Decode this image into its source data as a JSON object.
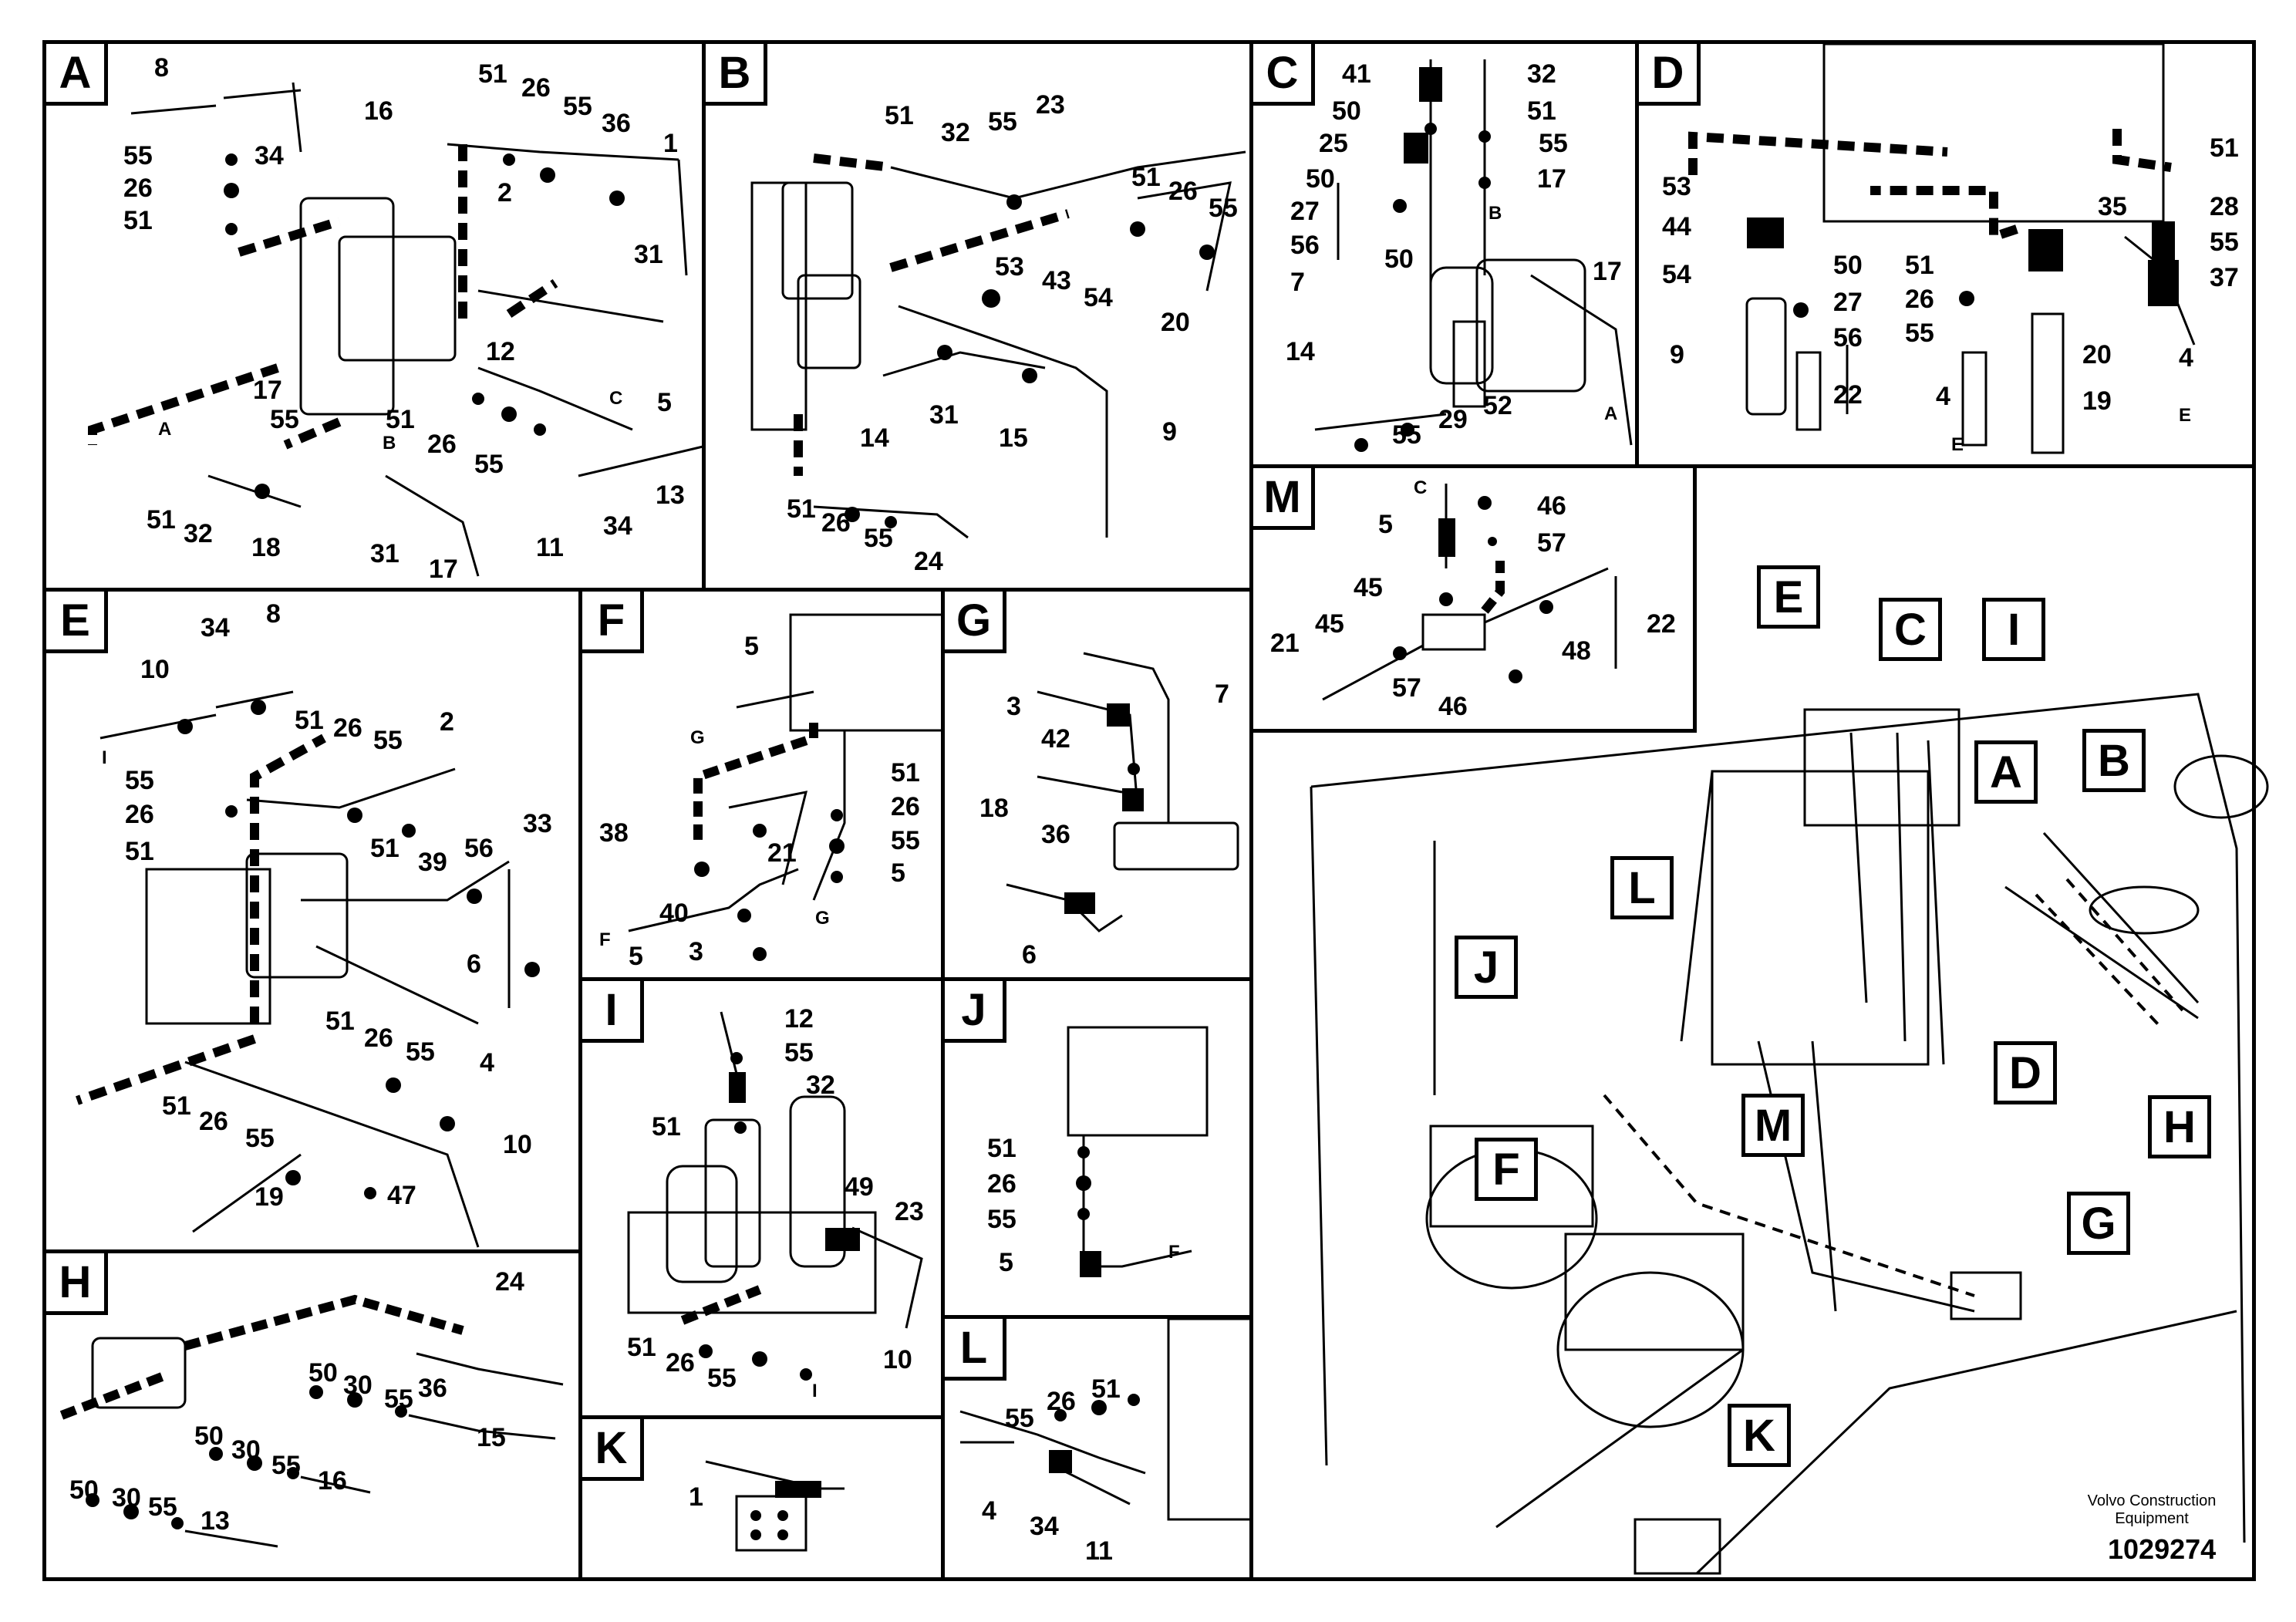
{
  "panels": {
    "A": {
      "label": "A",
      "numbers": [
        "8",
        "16",
        "34",
        "55",
        "26",
        "51",
        "51",
        "26",
        "55",
        "36",
        "1",
        "2",
        "31",
        "12",
        "C",
        "5",
        "17",
        "A",
        "55",
        "51",
        "32",
        "18",
        "31",
        "B",
        "17",
        "51",
        "26",
        "55",
        "34",
        "13",
        "11"
      ]
    },
    "B": {
      "label": "B",
      "numbers": [
        "51",
        "32",
        "55",
        "23",
        "51",
        "26",
        "55",
        "20",
        "53",
        "43",
        "54",
        "9",
        "14",
        "31",
        "15",
        "51",
        "26",
        "55",
        "24"
      ]
    },
    "C": {
      "label": "C",
      "numbers": [
        "41",
        "32",
        "50",
        "51",
        "25",
        "55",
        "B",
        "17",
        "50",
        "27",
        "56",
        "50",
        "7",
        "17",
        "14",
        "55",
        "29",
        "52",
        "A"
      ]
    },
    "D": {
      "label": "D",
      "numbers": [
        "51",
        "53",
        "28",
        "44",
        "35",
        "55",
        "50",
        "51",
        "37",
        "54",
        "27",
        "26",
        "20",
        "9",
        "56",
        "55",
        "4",
        "22",
        "4",
        "19",
        "E",
        "E"
      ]
    },
    "E": {
      "label": "E",
      "numbers": [
        "34",
        "8",
        "10",
        "I",
        "51",
        "26",
        "55",
        "2",
        "55",
        "26",
        "51",
        "51",
        "39",
        "56",
        "33",
        "6",
        "51",
        "26",
        "55",
        "4",
        "51",
        "26",
        "55",
        "47",
        "10",
        "19"
      ]
    },
    "F": {
      "label": "F",
      "numbers": [
        "5",
        "G",
        "51",
        "26",
        "55",
        "38",
        "21",
        "5",
        "F",
        "40",
        "G",
        "5",
        "3"
      ]
    },
    "G": {
      "label": "G",
      "numbers": [
        "3",
        "7",
        "42",
        "18",
        "36",
        "6"
      ]
    },
    "H": {
      "label": "H",
      "numbers": [
        "24",
        "50",
        "30",
        "55",
        "36",
        "15",
        "50",
        "30",
        "55",
        "16",
        "50",
        "30",
        "55",
        "13"
      ]
    },
    "I": {
      "label": "I",
      "numbers": [
        "12",
        "55",
        "32",
        "51",
        "49",
        "23",
        "51",
        "26",
        "55",
        "10",
        "I"
      ]
    },
    "J": {
      "label": "J",
      "numbers": [
        "51",
        "26",
        "55",
        "5",
        "F"
      ]
    },
    "K": {
      "label": "K",
      "numbers": [
        "1"
      ]
    },
    "L": {
      "label": "L",
      "numbers": [
        "51",
        "26",
        "55",
        "4",
        "34",
        "11"
      ]
    },
    "M": {
      "label": "M",
      "numbers": [
        "C",
        "5",
        "46",
        "57",
        "45",
        "21",
        "45",
        "48",
        "22",
        "57",
        "46"
      ]
    }
  },
  "overview": {
    "callouts": [
      "E",
      "C",
      "I",
      "A",
      "B",
      "L",
      "J",
      "D",
      "M",
      "F",
      "H",
      "G",
      "K"
    ]
  },
  "footer": {
    "brand": "Volvo Construction Equipment",
    "doc_number": "1029274"
  }
}
